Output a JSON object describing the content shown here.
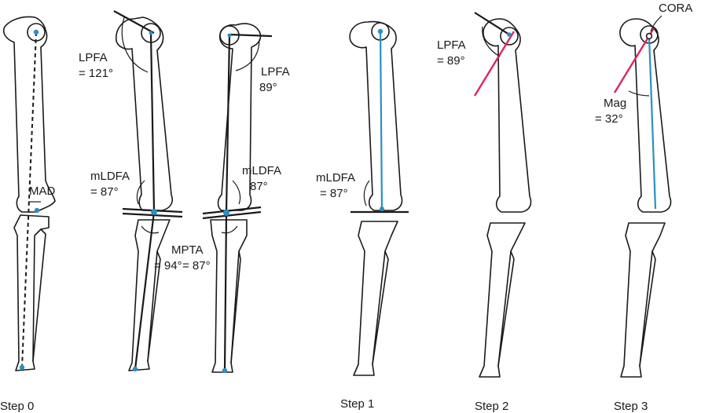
{
  "colors": {
    "bone": "#1a1a1a",
    "mechanical_axis": "#2a8fc4",
    "deformity_line": "#e0245e"
  },
  "panels": [
    {
      "step_label": "Step 0",
      "labels": {
        "mad": "MAD"
      }
    },
    {
      "step_label": "",
      "labels": {
        "lpfa_name": "LPFA",
        "lpfa_value": "= 121°",
        "mldfa_name": "mLDFA",
        "mldfa_value": "= 87°",
        "mpta_name": "MPTA",
        "mpta_value": "= 94°"
      }
    },
    {
      "step_label": "",
      "labels": {
        "lpfa_name": "LPFA",
        "lpfa_value": "89°",
        "mldfa_name": "mLDFA",
        "mldfa_value": "87°",
        "mpta_value": "= 87°"
      }
    },
    {
      "step_label": "Step 1",
      "labels": {
        "mldfa_name": "mLDFA",
        "mldfa_value": "= 87°"
      }
    },
    {
      "step_label": "Step 2",
      "labels": {
        "lpfa_name": "LPFA",
        "lpfa_value": "= 89°"
      }
    },
    {
      "step_label": "Step 3",
      "labels": {
        "cora": "CORA",
        "mag_name": "Mag",
        "mag_value": "= 32°"
      }
    }
  ]
}
